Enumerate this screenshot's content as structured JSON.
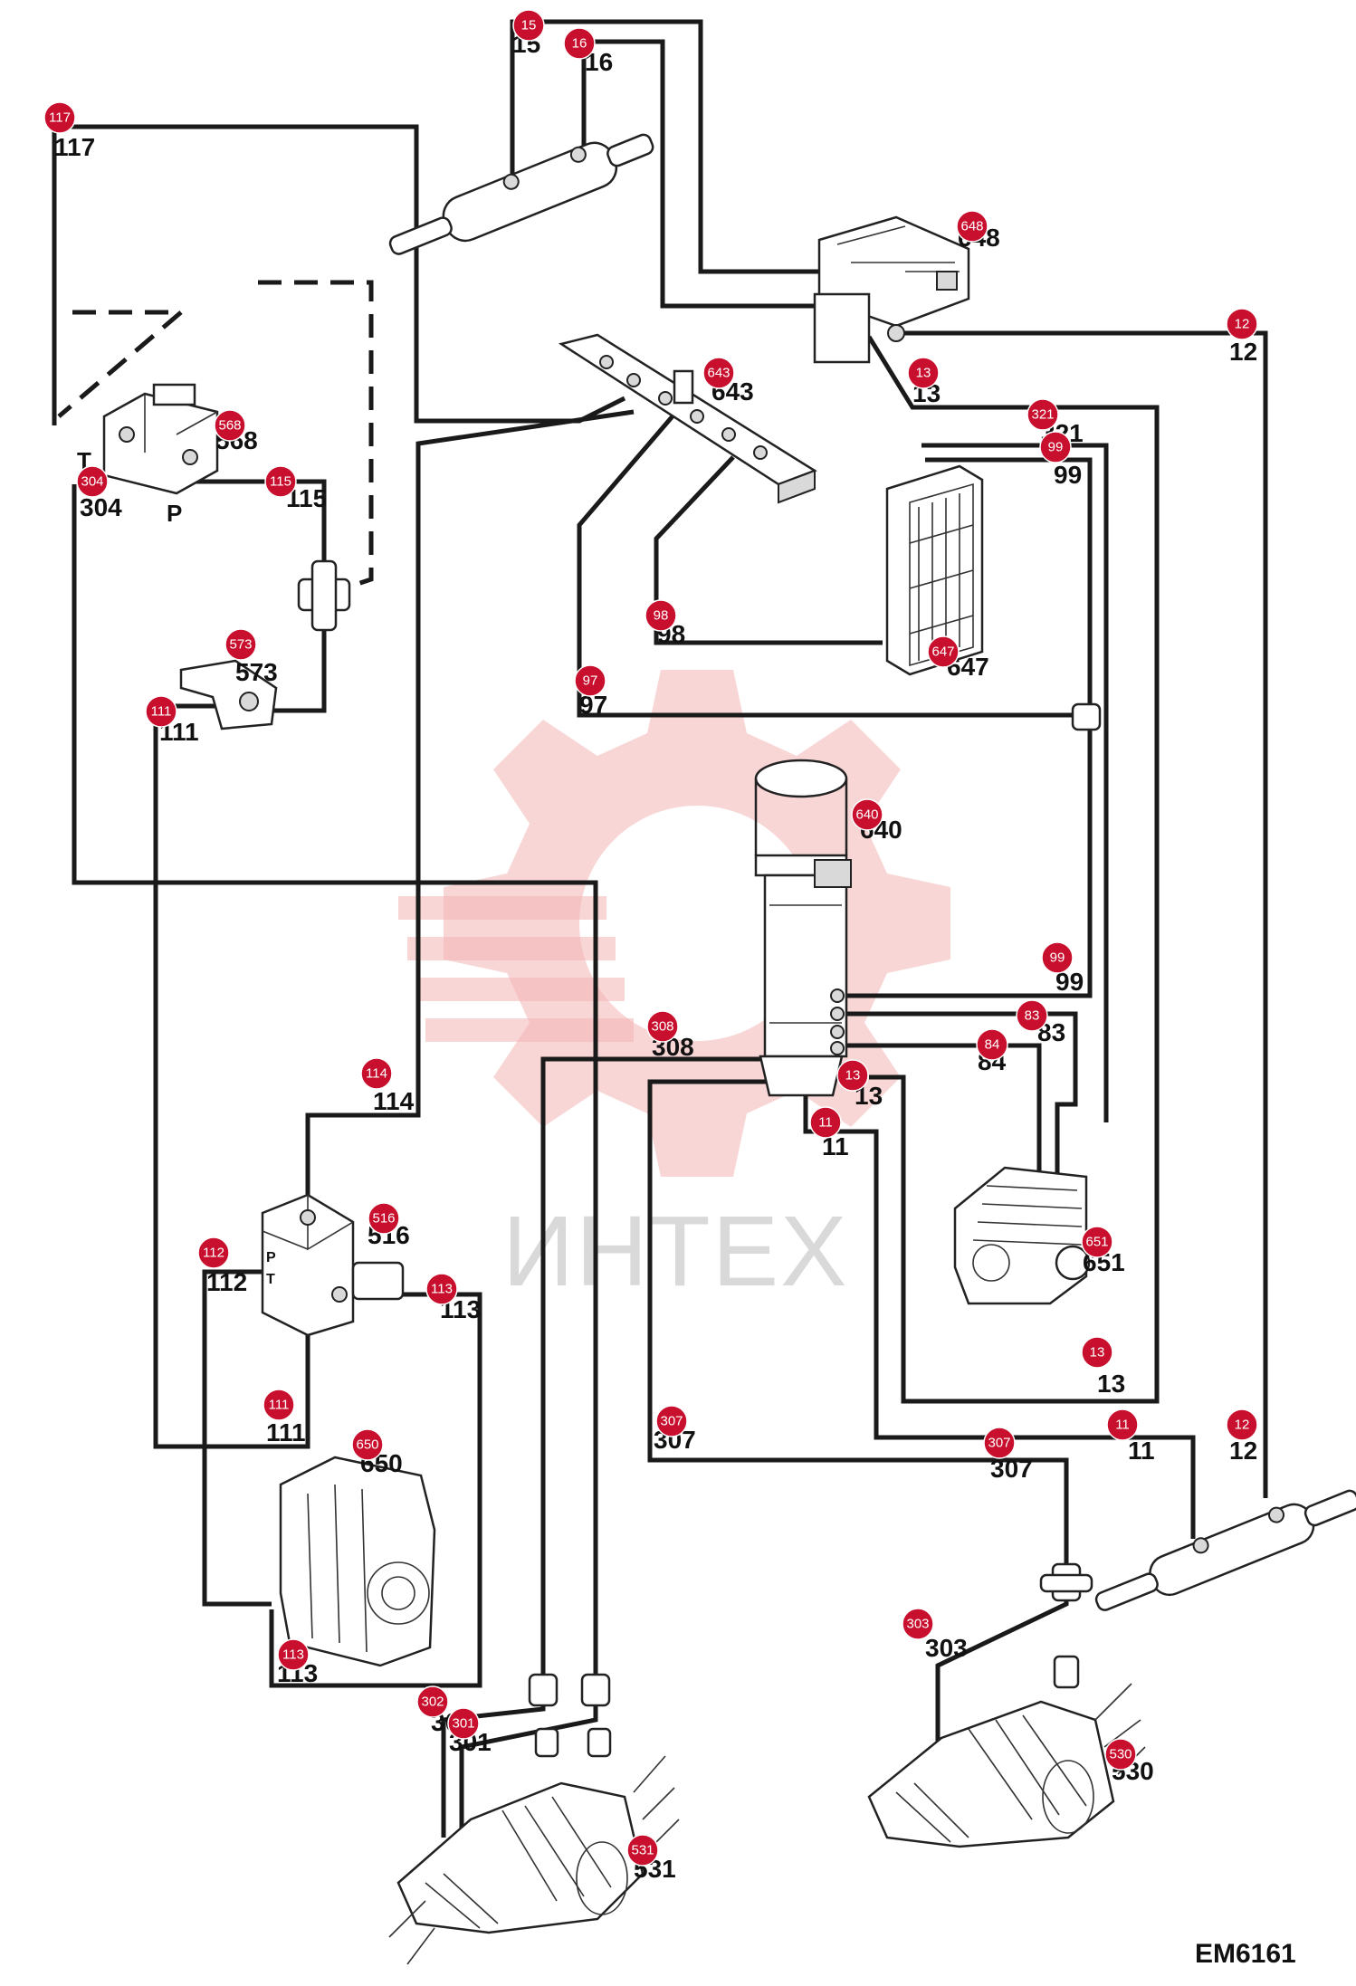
{
  "watermark": {
    "text": "ИНТЕХ",
    "gear_color": "#f2b4b4"
  },
  "drawing_code": "EM6161",
  "badge_color": "#c8102e",
  "ports": {
    "t": "T",
    "p": "P",
    "small_p": "P",
    "small_t": "T"
  },
  "callouts": [
    {
      "id": "15",
      "label": "15"
    },
    {
      "id": "16",
      "label": "16"
    },
    {
      "id": "117",
      "label": "117"
    },
    {
      "id": "648",
      "label": "648"
    },
    {
      "id": "12a",
      "label": "12"
    },
    {
      "id": "13a",
      "label": "13"
    },
    {
      "id": "643",
      "label": "643"
    },
    {
      "id": "321",
      "label": "321"
    },
    {
      "id": "99a",
      "label": "99"
    },
    {
      "id": "568",
      "label": "568"
    },
    {
      "id": "304",
      "label": "304"
    },
    {
      "id": "115",
      "label": "115"
    },
    {
      "id": "98",
      "label": "98"
    },
    {
      "id": "647",
      "label": "647"
    },
    {
      "id": "573",
      "label": "573"
    },
    {
      "id": "97",
      "label": "97"
    },
    {
      "id": "111a",
      "label": "111"
    },
    {
      "id": "640",
      "label": "640"
    },
    {
      "id": "99b",
      "label": "99"
    },
    {
      "id": "308",
      "label": "308"
    },
    {
      "id": "83",
      "label": "83"
    },
    {
      "id": "84",
      "label": "84"
    },
    {
      "id": "114",
      "label": "114"
    },
    {
      "id": "13b",
      "label": "13"
    },
    {
      "id": "11a",
      "label": "11"
    },
    {
      "id": "516",
      "label": "516"
    },
    {
      "id": "651",
      "label": "651"
    },
    {
      "id": "112",
      "label": "112"
    },
    {
      "id": "113a",
      "label": "113"
    },
    {
      "id": "13c",
      "label": "13"
    },
    {
      "id": "111b",
      "label": "111"
    },
    {
      "id": "307a",
      "label": "307"
    },
    {
      "id": "307b",
      "label": "307"
    },
    {
      "id": "11b",
      "label": "11"
    },
    {
      "id": "12b",
      "label": "12"
    },
    {
      "id": "650",
      "label": "650"
    },
    {
      "id": "303",
      "label": "303"
    },
    {
      "id": "113b",
      "label": "113"
    },
    {
      "id": "302",
      "label": "302"
    },
    {
      "id": "301",
      "label": "301"
    },
    {
      "id": "530",
      "label": "530"
    },
    {
      "id": "531",
      "label": "531"
    }
  ]
}
